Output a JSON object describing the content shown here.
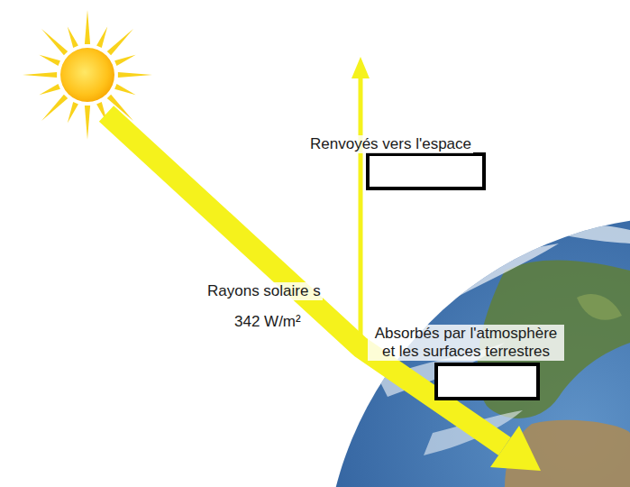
{
  "diagram": {
    "labels": [
      "Renvoyés vers l'espace",
      "Rayons solaire s",
      "342 W/m²",
      "Absorbés par l'atmosphère et les surfaces terrestres"
    ]
  }
}
